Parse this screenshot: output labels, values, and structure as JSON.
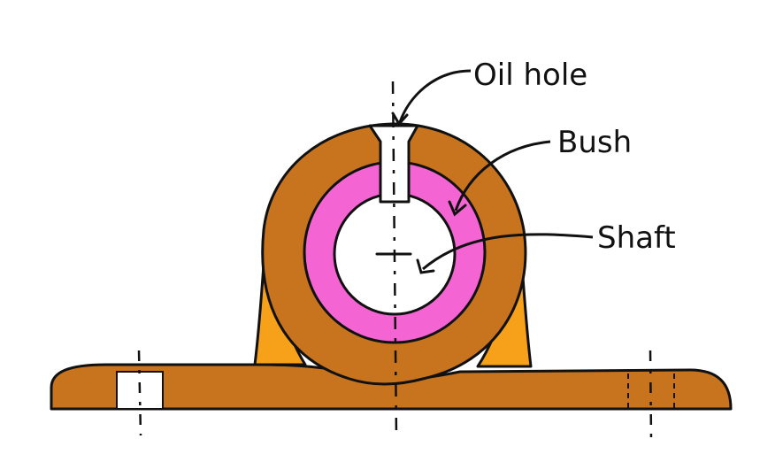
{
  "labels": {
    "oil_hole": "Oil hole",
    "bush": "Bush",
    "shaft": "Shaft"
  },
  "colors": {
    "body": "#C8741F",
    "support": "#F7A11A",
    "bush": "#F465D3",
    "outline": "#111111",
    "background": "#FFFFFF"
  }
}
